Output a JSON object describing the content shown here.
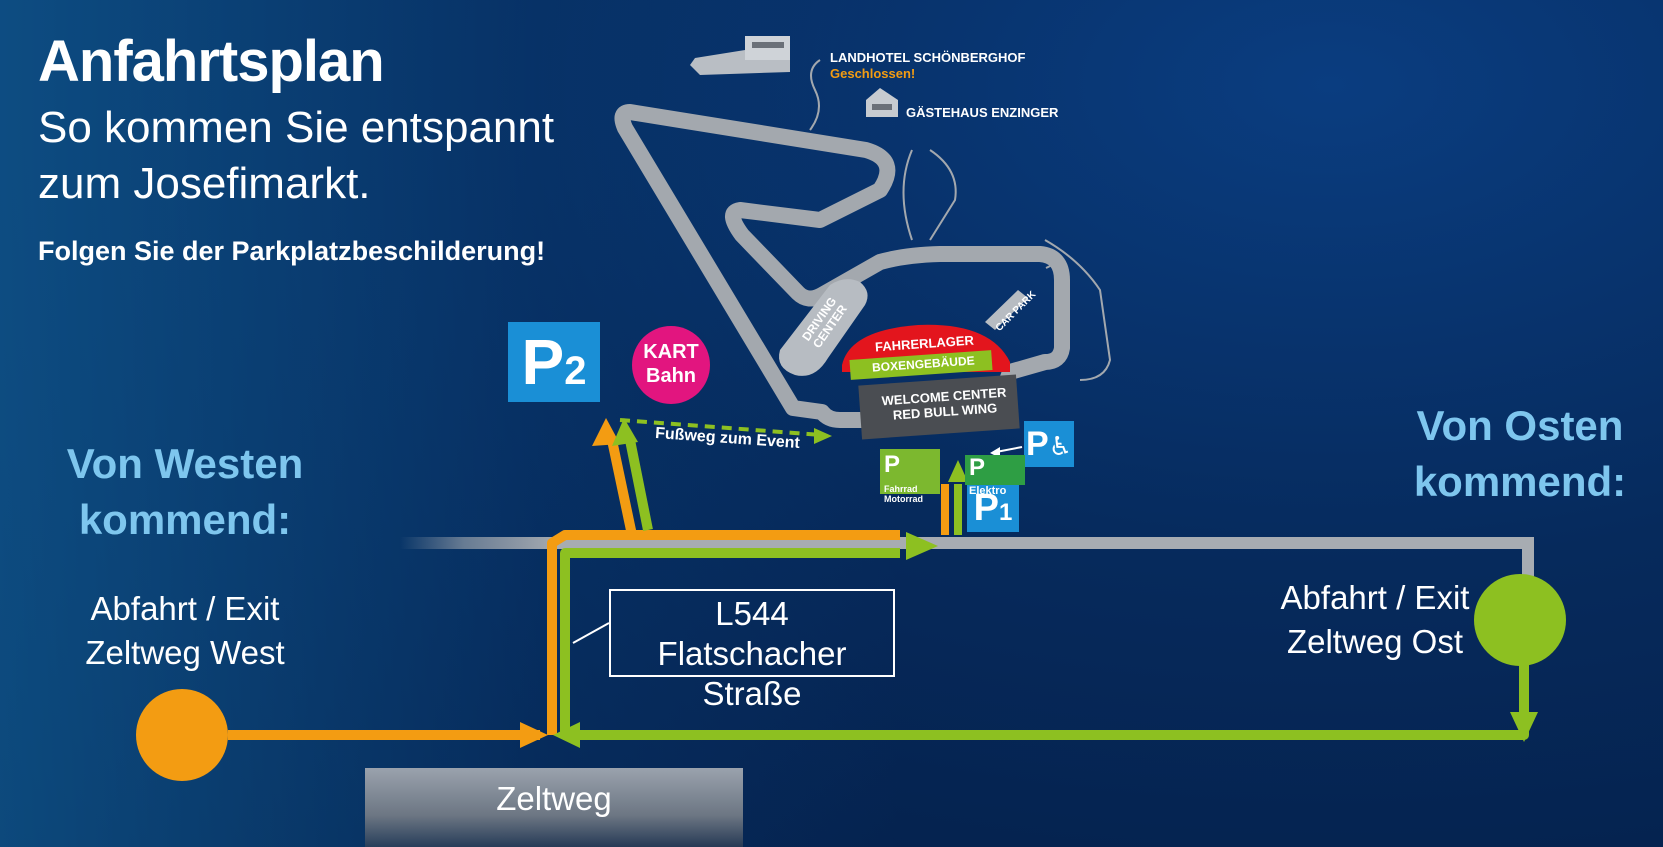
{
  "header": {
    "title": "Anfahrtsplan",
    "subtitle_line1": "So kommen Sie entspannt",
    "subtitle_line2": "zum Josefimarkt.",
    "hint": "Folgen Sie der Parkplatzbeschilderung!"
  },
  "directions": {
    "west_line1": "Von Westen",
    "west_line2": "kommend:",
    "east_line1": "Von Osten",
    "east_line2": "kommend:"
  },
  "exits": {
    "west_line1": "Abfahrt / Exit",
    "west_line2": "Zeltweg West",
    "east_line1": "Abfahrt / Exit",
    "east_line2": "Zeltweg Ost"
  },
  "roads": {
    "l544_line1": "L544",
    "l544_line2": "Flatschacher Straße",
    "zeltweg": "Zeltweg"
  },
  "venue": {
    "landhotel": "LANDHOTEL SCHÖNBERGHOF",
    "landhotel_status": "Geschlossen!",
    "gaestehaus": "GÄSTEHAUS ENZINGER",
    "driving_center_line1": "DRIVING",
    "driving_center_line2": "CENTER",
    "car_park": "CAR PARK",
    "fahrerlager": "FAHRERLAGER",
    "boxengebaeude": "BOXENGEBÄUDE",
    "welcome_line1": "WELCOME CENTER",
    "welcome_line2": "RED BULL WING",
    "fussweg": "Fußweg zum Event"
  },
  "parking": {
    "p2_letter": "P",
    "p2_number": "2",
    "p1_letter": "P",
    "p1_number": "1",
    "kart_line1": "KART",
    "kart_line2": "Bahn",
    "fahrrad_letter": "P",
    "fahrrad_line1": "Fahrrad",
    "fahrrad_line2": "Motorrad",
    "elektro_letter": "P",
    "elektro_label": "Elektro",
    "disabled_letter": "P",
    "disabled_icon": "♿"
  },
  "colors": {
    "west_route": "#f39c12",
    "east_route": "#8dc021",
    "road": "#a7acb2",
    "parking_blue": "#1a8fd6",
    "kart_pink": "#e2157f",
    "fahrerlager_red": "#e3151d",
    "headline_light_blue": "#7ec6ee"
  }
}
